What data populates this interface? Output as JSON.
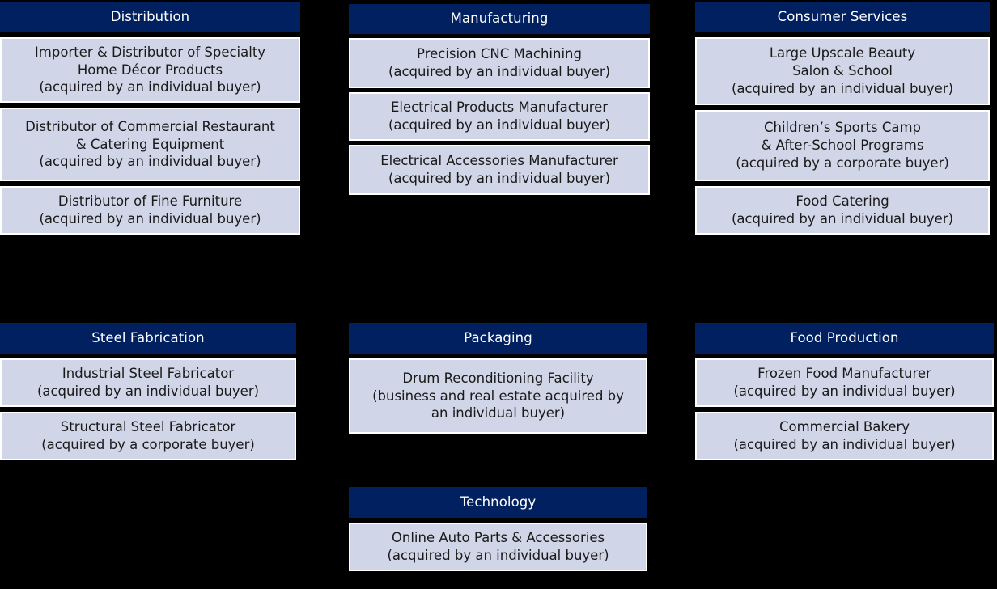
{
  "theme": {
    "background": "#000000",
    "header_fill": "#002060",
    "header_text": "#FFFFFF",
    "card_fill": "#D0D6E7",
    "card_border": "#FFFFFF",
    "card_text": "#1A1A1A"
  },
  "columns": [
    {
      "id": "distribution",
      "title": "Distribution",
      "cards": [
        {
          "text": "Importer & Distributor of Specialty\nHome Décor Products\n(acquired by an individual buyer)"
        },
        {
          "text": "Distributor of Commercial Restaurant\n& Catering Equipment\n(acquired by an individual buyer)"
        },
        {
          "text": "Distributor of Fine Furniture\n(acquired by an individual buyer)"
        }
      ]
    },
    {
      "id": "manufacturing",
      "title": "Manufacturing",
      "cards": [
        {
          "text": "Precision CNC Machining\n(acquired by an individual buyer)"
        },
        {
          "text": "Electrical Products Manufacturer\n(acquired by an individual buyer)"
        },
        {
          "text": "Electrical Accessories Manufacturer\n(acquired by an individual buyer)"
        }
      ]
    },
    {
      "id": "consumer-services",
      "title": "Consumer Services",
      "cards": [
        {
          "text": "Large Upscale Beauty\nSalon & School\n(acquired by an individual buyer)"
        },
        {
          "text": "Children’s Sports Camp\n& After-School Programs\n(acquired by a corporate buyer)"
        },
        {
          "text": "Food Catering\n(acquired by an individual buyer)"
        }
      ]
    },
    {
      "id": "steel-fabrication",
      "title": "Steel Fabrication",
      "cards": [
        {
          "text": "Industrial Steel Fabricator\n(acquired by an individual buyer)"
        },
        {
          "text": "Structural Steel Fabricator\n(acquired by a corporate buyer)"
        }
      ]
    },
    {
      "id": "packaging",
      "title": "Packaging",
      "cards": [
        {
          "text": "Drum Reconditioning Facility\n(business and real estate acquired by\nan individual buyer)"
        }
      ]
    },
    {
      "id": "technology",
      "title": "Technology",
      "cards": [
        {
          "text": "Online Auto Parts & Accessories\n(acquired by an individual buyer)"
        }
      ]
    },
    {
      "id": "food-production",
      "title": "Food Production",
      "cards": [
        {
          "text": "Frozen Food Manufacturer\n(acquired by an individual buyer)"
        },
        {
          "text": "Commercial Bakery\n(acquired by an individual buyer)"
        }
      ]
    }
  ]
}
